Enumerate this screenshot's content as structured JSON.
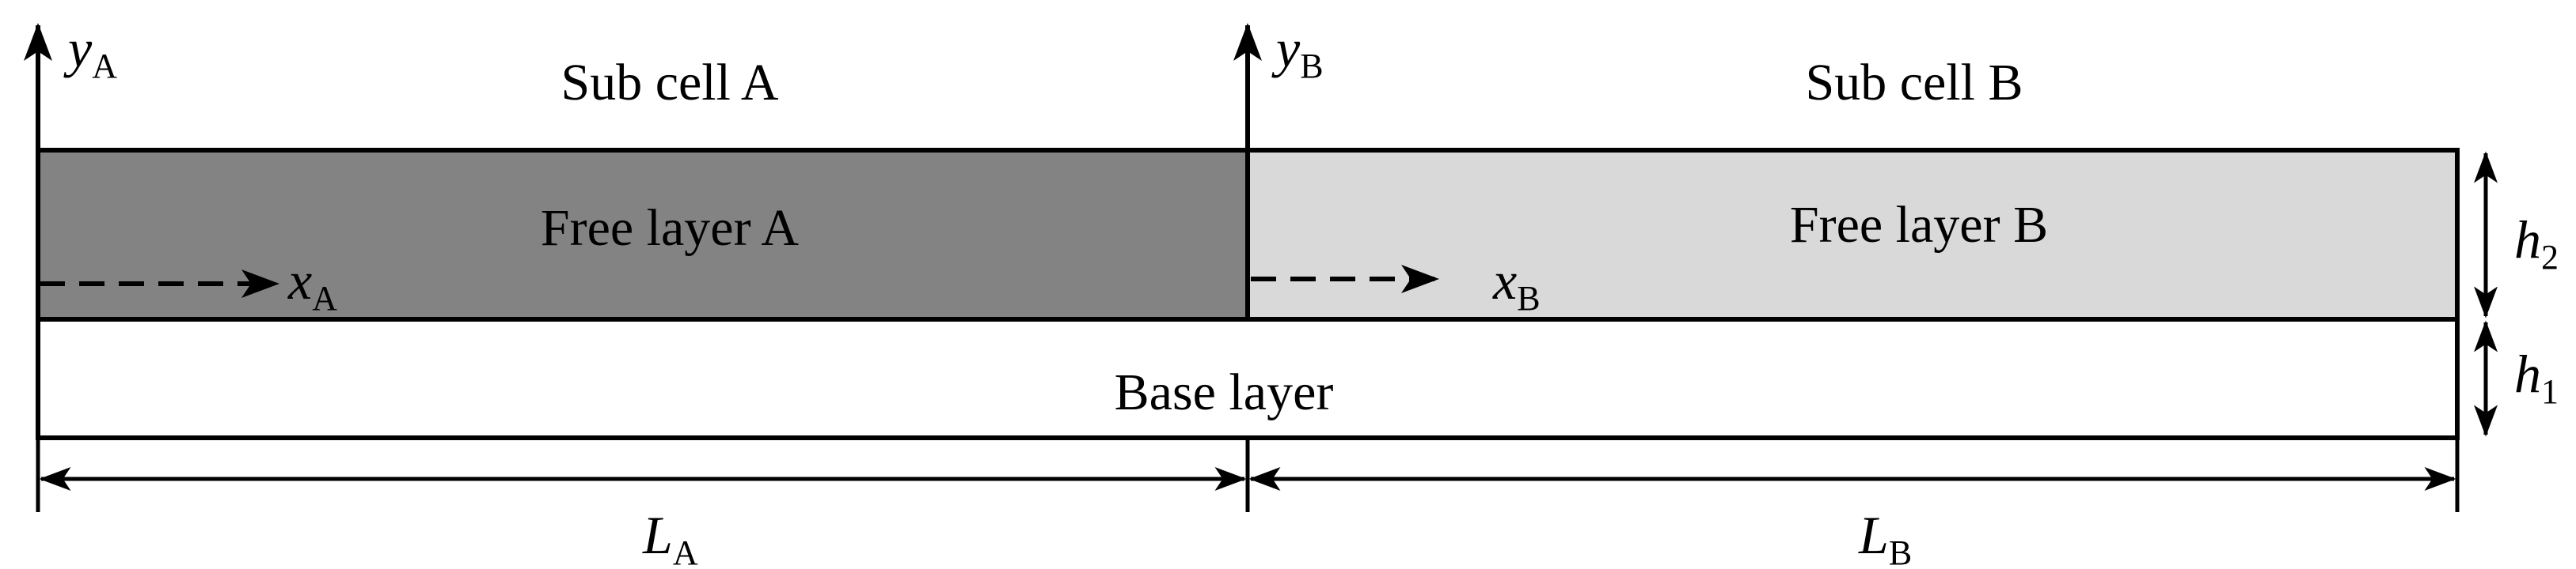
{
  "subcells": {
    "a": {
      "title": "Sub cell A"
    },
    "b": {
      "title": "Sub cell B"
    }
  },
  "layers": {
    "free_a": "Free layer A",
    "free_b": "Free layer B",
    "base": "Base layer"
  },
  "axes": {
    "ya": {
      "symbol": "y",
      "subscript": "A"
    },
    "yb": {
      "symbol": "y",
      "subscript": "B"
    },
    "xa": {
      "symbol": "x",
      "subscript": "A"
    },
    "xb": {
      "symbol": "x",
      "subscript": "B"
    }
  },
  "dimensions": {
    "h2": {
      "symbol": "h",
      "subscript": "2"
    },
    "h1": {
      "symbol": "h",
      "subscript": "1"
    },
    "la": {
      "symbol": "L",
      "subscript": "A"
    },
    "lb": {
      "symbol": "L",
      "subscript": "B"
    }
  },
  "colors": {
    "free_layer_a": "#838383",
    "free_layer_b": "#d9d9d9",
    "base_layer": "#ffffff",
    "stroke": "#000000"
  }
}
